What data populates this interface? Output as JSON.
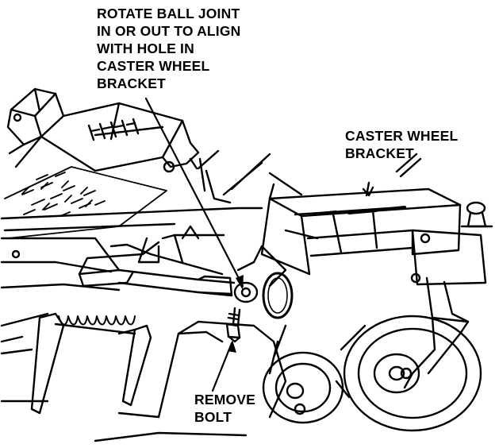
{
  "callouts": {
    "rotate_ball_joint": [
      "ROTATE BALL JOINT",
      "IN OR OUT TO ALIGN",
      "WITH HOLE IN",
      "CASTER WHEEL",
      "BRACKET"
    ],
    "caster_wheel_bracket": [
      "CASTER WHEEL",
      "BRACKET"
    ],
    "remove_bolt": [
      "REMOVE",
      "BOLT"
    ]
  },
  "colors": {
    "ink": "#000000",
    "paper": "#ffffff"
  }
}
